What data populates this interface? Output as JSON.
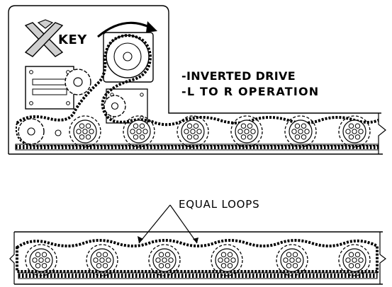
{
  "labels": {
    "key": "KEY",
    "note_1": "-INVERTED DRIVE",
    "note_2": "-L TO R OPERATION",
    "equal_loops": "EQUAL LOOPS"
  },
  "icons": {
    "key_mark": "x-cross-icon",
    "rotation": "rotation-arrow-icon",
    "sprocket": "sprocket-icon"
  },
  "colors": {
    "line": "#000000",
    "background": "#ffffff",
    "key_fill": "#cfcfcf"
  }
}
